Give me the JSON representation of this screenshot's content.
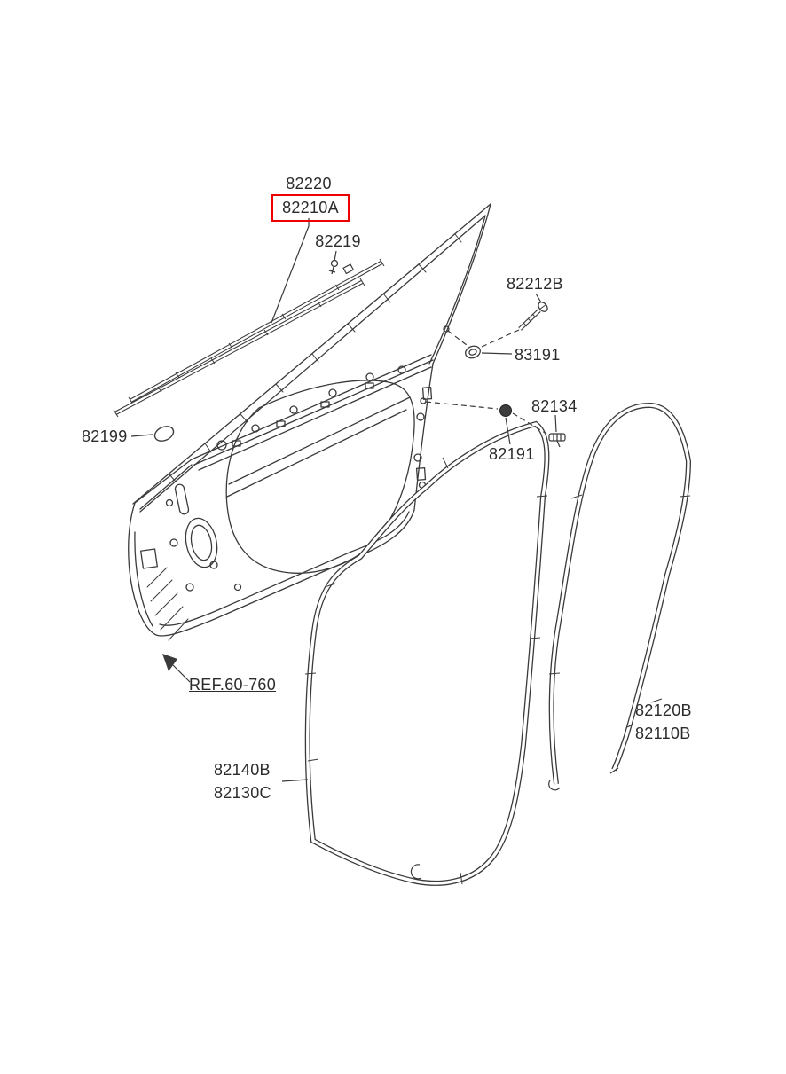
{
  "page": {
    "background": "#ffffff"
  },
  "highlight": {
    "color": "#ee0000",
    "highlighted_part": "82210A"
  },
  "labels": {
    "p82220": "82220",
    "p82210a": "82210A",
    "p82219": "82219",
    "p82212b": "82212B",
    "p83191": "83191",
    "p82134": "82134",
    "p82191": "82191",
    "p82199": "82199",
    "ref_60_760": "REF.60-760",
    "p82120b": "82120B",
    "p82110b": "82110B",
    "p82140b": "82140B",
    "p82130c": "82130C"
  }
}
